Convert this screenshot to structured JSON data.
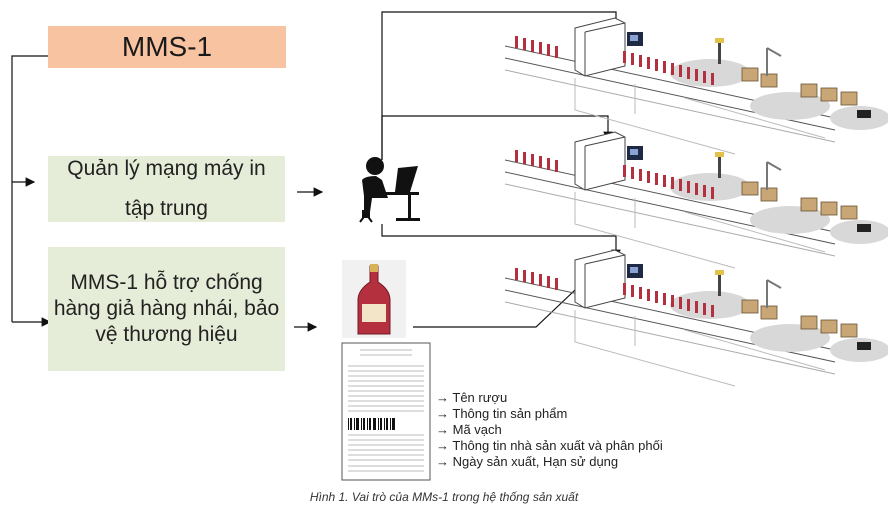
{
  "title": "MMS-1",
  "box1": {
    "line1": "Quản lý mạng máy in",
    "line2": "tập trung"
  },
  "box2": {
    "line1": "MMS-1 hỗ trợ chống",
    "line2": "hàng giả hàng nhái, bảo",
    "line3": "vệ thương hiệu"
  },
  "label_arrows": [
    "Tên rượu",
    "Thông tin sản phẩm",
    "Mã vạch",
    "Thông tin nhà sản xuất và phân phối",
    "Ngày sản xuất, Hạn sử dụng"
  ],
  "caption": "Hình 1. Vai trò của MMs-1 trong hệ thống sản xuất",
  "icons": [
    "computer-user-icon",
    "wine-bottle-icon",
    "product-label-icon",
    "production-line-icon"
  ],
  "colors": {
    "title_box": "#f8c3a0",
    "item_box": "#e5ecd7",
    "bottle": "#b5303e"
  }
}
